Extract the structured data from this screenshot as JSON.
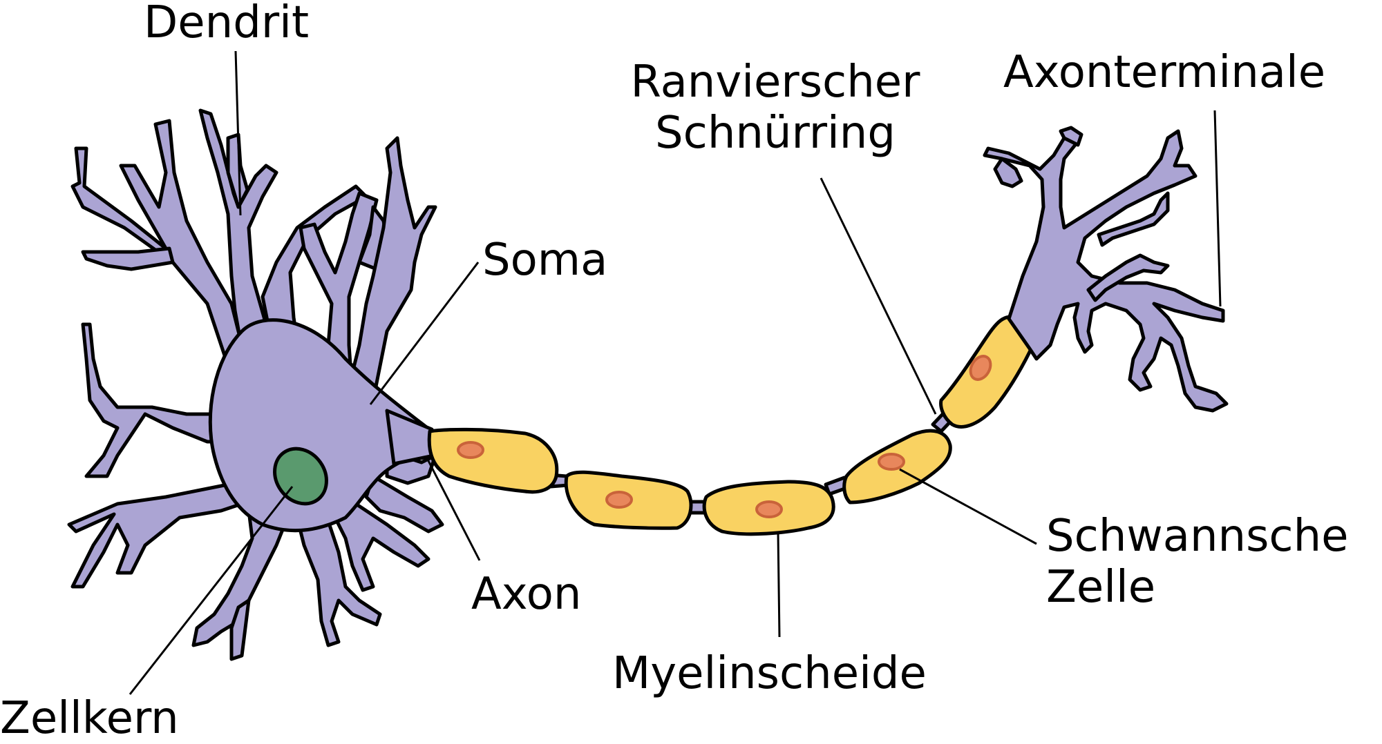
{
  "labels": {
    "dendrit": "Dendrit",
    "ranvier_line1": "Ranvierscher",
    "ranvier_line2": "Schnürring",
    "axonterminale": "Axonterminale",
    "soma": "Soma",
    "schwann_line1": "Schwannsche",
    "schwann_line2": "Zelle",
    "axon": "Axon",
    "myelinscheide": "Myelinscheide",
    "zellkern": "Zellkern"
  },
  "colors": {
    "neuron_fill": "#aba4d3",
    "myelin_fill": "#f9d262",
    "nucleus_fill": "#5a9a6e",
    "schwann_nucleus_fill": "#e8875c",
    "schwann_nucleus_stroke": "#c9633a",
    "outline": "#000000"
  }
}
